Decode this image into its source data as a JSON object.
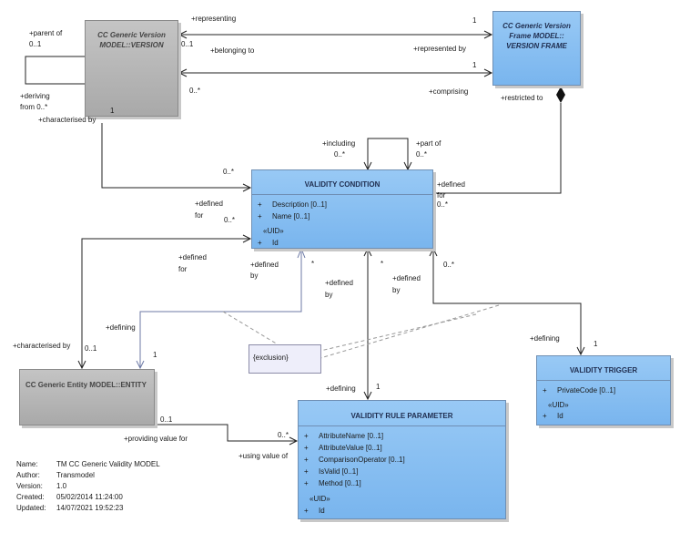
{
  "classes": {
    "version": {
      "title": "CC Generic Version MODEL::VERSION"
    },
    "version_frame": {
      "title": "CC Generic Version Frame MODEL:: VERSION FRAME"
    },
    "validity_condition": {
      "title": "VALIDITY CONDITION",
      "attributes": [
        "Description [0..1]",
        "Name [0..1]"
      ],
      "stereotype": "«UID»",
      "uid_attributes": [
        "Id"
      ]
    },
    "entity": {
      "title": "CC Generic Entity MODEL::ENTITY"
    },
    "validity_trigger": {
      "title": "VALIDITY TRIGGER",
      "attributes": [
        "PrivateCode [0..1]"
      ],
      "stereotype": "«UID»",
      "uid_attributes": [
        "Id"
      ]
    },
    "validity_rule_parameter": {
      "title": "VALIDITY RULE PARAMETER",
      "attributes": [
        "AttributeName [0..1]",
        "AttributeValue [0..1]",
        "ComparisonOperator [0..1]",
        "IsValid [0..1]",
        "Method [0..1]"
      ],
      "stereotype": "«UID»",
      "uid_attributes": [
        "Id"
      ]
    }
  },
  "visibility_symbol": "+",
  "note": {
    "text": "{exclusion}"
  },
  "labels": {
    "parent_of": "+parent of",
    "parent_of_mult": "0..1",
    "deriving": "+deriving",
    "deriving_from": "from 0..*",
    "representing": "+representing",
    "representing_mult": "1",
    "version_mult_a": "0..1",
    "belonging_to": "+belonging to",
    "represented_by": "+represented by",
    "frame_mult": "1",
    "version_mult_b": "0..*",
    "comprising": "+comprising",
    "restricted_to": "+restricted to",
    "characterised_by": "+characterised by",
    "version_char_mult": "1",
    "vc_version_mult": "0..*",
    "including": "+including",
    "including_mult": "0..*",
    "part_of": "+part of",
    "part_of_mult": "0..*",
    "defined_for_left": "+defined",
    "defined_for_left_2": "for",
    "defined_for_left_mult": "0..*",
    "defined_for_right": "+defined",
    "defined_for_right_2": "for",
    "defined_for_right_mult": "0..*",
    "defined_for_entity": "+defined",
    "defined_for_entity_2": "for",
    "defined_by_a": "+defined",
    "defined_by_a_2": "by",
    "defined_by_a_mult": "*",
    "defined_by_b": "+defined",
    "defined_by_b_2": "by",
    "defined_by_c": "+defined",
    "defined_by_c_2": "by",
    "defined_by_c_mult": "0..*",
    "defining_entity": "+defining",
    "defining_entity_mult": "1",
    "characterised_by_entity": "+characterised by",
    "characterised_by_entity_mult": "0..1",
    "defining_trigger": "+defining",
    "defining_trigger_mult": "1",
    "defining_param": "+defining",
    "defining_param_mult": "1",
    "param_mult_top": "*",
    "entity_mult": "0..1",
    "providing_value_for": "+providing value for",
    "param_mult_left": "0..*",
    "using_value_of": "+using value of"
  },
  "metadata": [
    {
      "key": "Name:",
      "value": "TM CC Generic Validity MODEL"
    },
    {
      "key": "Author:",
      "value": "Transmodel"
    },
    {
      "key": "Version:",
      "value": "1.0"
    },
    {
      "key": "Created:",
      "value": "05/02/2014 11:24:00"
    },
    {
      "key": "Updated:",
      "value": "14/07/2021 19:52:23"
    }
  ]
}
